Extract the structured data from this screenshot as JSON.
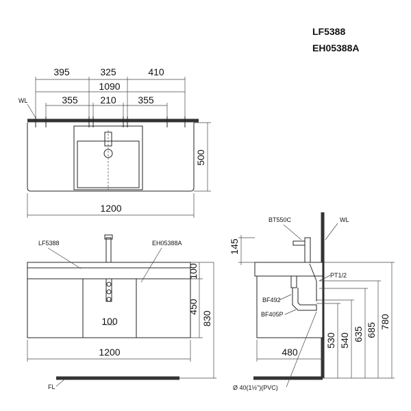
{
  "header": {
    "model_1": "LF5388",
    "model_2": "EH05388A"
  },
  "top_view": {
    "wl_label": "WL",
    "dims_row1": [
      "395",
      "325",
      "410"
    ],
    "dim_overall_holes": "1090",
    "dims_row2": [
      "355",
      "210",
      "355"
    ],
    "depth": "500",
    "width": "1200"
  },
  "front_view": {
    "label_basin": "LF5388",
    "label_cabinet": "EH05388A",
    "dim_top": "100",
    "dim_cabinet": "450",
    "dim_total": "830",
    "dim_drain": "100",
    "width": "1200",
    "fl_label": "FL"
  },
  "side_view": {
    "label_faucet": "BT550C",
    "label_wl": "WL",
    "label_pt": "PT1/2",
    "label_bf492": "BF492",
    "label_bf405p": "BF405P",
    "dim_faucet": "145",
    "dim_depth": "480",
    "dims_vertical": [
      "530",
      "540",
      "635",
      "685",
      "780"
    ],
    "pipe_note": "Ø 40(1½\")(PVC)"
  }
}
